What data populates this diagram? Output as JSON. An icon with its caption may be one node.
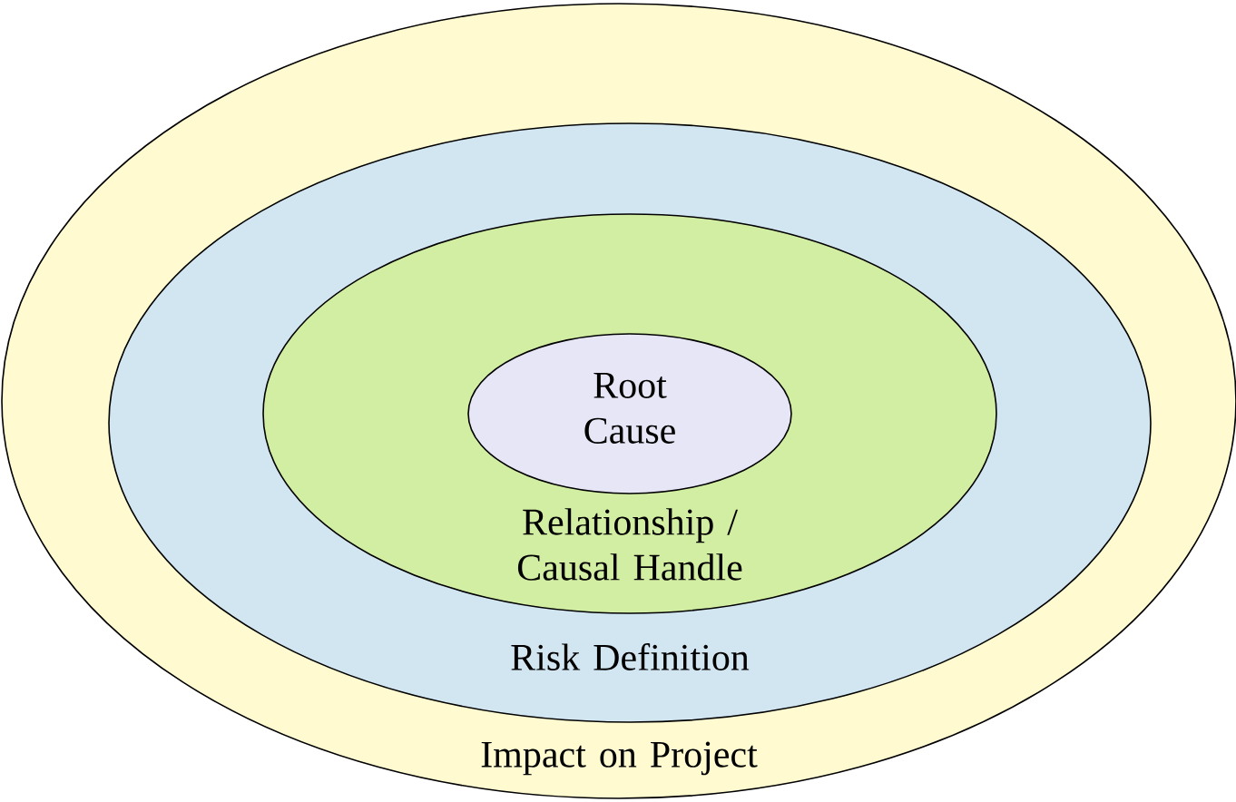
{
  "diagram": {
    "nodes": [
      {
        "text": [
          "Impact on Project"
        ]
      },
      {
        "text": [
          "Risk Definition"
        ],
        "in": 0
      },
      {
        "text": [
          "Relationship / Causal Handle"
        ],
        "in": 1
      },
      {
        "text": [
          "Root Cause"
        ],
        "in": 2
      }
    ]
  }
}
